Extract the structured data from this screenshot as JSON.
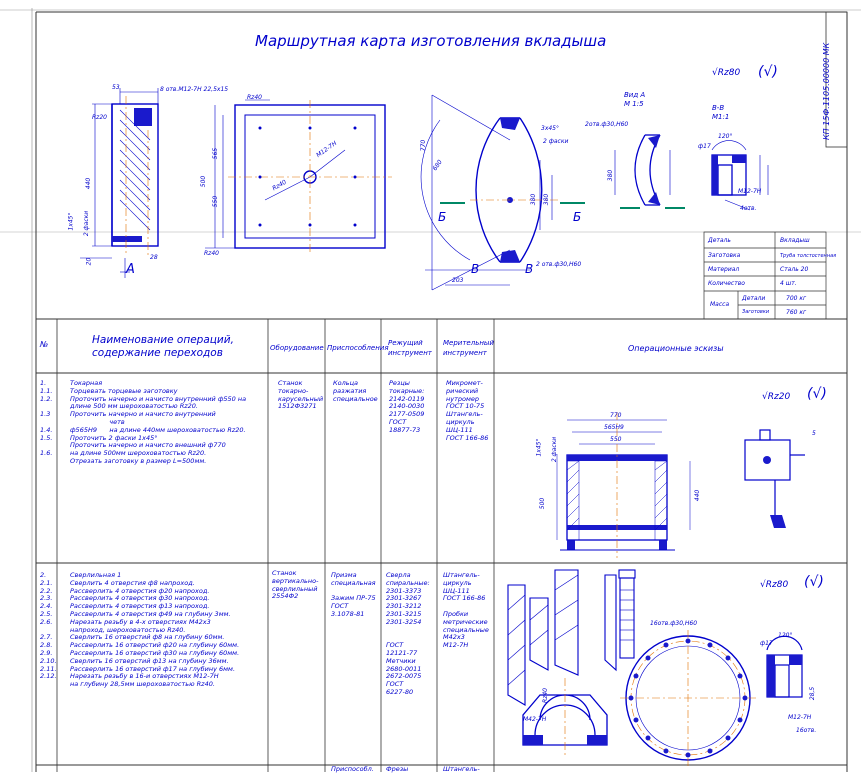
{
  "title": "Маршрутная карта изготовления вкладыша",
  "stamp": "КП 15Ф.1105.00000 МК",
  "roughness_top": "√Rz80",
  "check_symbol": "(√)",
  "views": {
    "section_a": "А",
    "section_b_left": "Б",
    "section_b_right": "Б",
    "section_v_left": "В",
    "section_v_right": "В",
    "view_v_a": "Вид А",
    "view_v_a_scale": "М 1:5",
    "view_vv": "В-В",
    "view_vv_scale": "М1:1"
  },
  "dims": {
    "d53": "53",
    "d8otv": "8 отв.М12-7Н 22,5х15",
    "rz40_a": "Rz40",
    "rz20": "Rz20",
    "d440": "440",
    "d1x45": "1х45°",
    "dfaska": "2 фаски",
    "d20": "20",
    "d28": "28",
    "d500": "500",
    "d565": "565",
    "d550": "550",
    "rz40_b": "Rz40",
    "m12": "М12-7Н",
    "rz40_c": "Rz40",
    "d770": "770",
    "d680": "680",
    "d3x45": "3х45°",
    "d2faski": "2 фаски",
    "d2otv30": "2отв.ф30,Н60",
    "d2otv30b": "2 отв.ф30,Н60",
    "d203": "203",
    "d380a": "380",
    "d380b": "380",
    "d380c": "380",
    "d120": "120°",
    "d17": "ф17",
    "m127h": "М12-7Н",
    "d4otv": "4отв."
  },
  "info_table": [
    {
      "label": "Деталь",
      "value": "Вкладыш"
    },
    {
      "label": "Заготовка",
      "value": "Труба толстостенная"
    },
    {
      "label": "Материал",
      "value": "Сталь 20"
    },
    {
      "label": "Количество",
      "value": "4 шт."
    },
    {
      "label": "Масса",
      "sub": "Детали",
      "value": "700 кг"
    },
    {
      "label": "",
      "sub": "Заготовки",
      "value": "760 кг"
    }
  ],
  "columns": {
    "num": "№",
    "name": "Наименование операций, содержание переходов",
    "equipment": "Оборудование",
    "fixture": "Приспособления",
    "cutting": "Режущий инструмент",
    "measuring": "Мерительный инструмент",
    "sketches": "Операционные эскизы"
  },
  "op1": {
    "nums": "1.\n1.1.\n1.2.\n\n1.3\n\n1.4.\n1.5.\n\n1.6.",
    "text": "Токарная\nТорцевать торцевые заготовку\nПроточить начерно и начисто внутренний ф550 на\nдлине 500 мм шероховатостью Rz20.\nПроточить начерно и начисто внутренний\n                   четв\nф565Н9      на длине 440мм шероховатостью Rz20.\nПроточить 2 фаски 1х45°\nПроточить начерно и начисто внешний ф770\nна длине 500мм шероховатостью Rz20.\nОтрезать заготовку в размер L=500мм.",
    "equipment": "Станок\nтокарно-\nкарусельный\n1512Ф3271",
    "fixture": "Кольца\nразжатия\nспециальное",
    "cutting": "Резцы\nтокарные:\n2142-0119\n2140-0030\n2177-0509\nГОСТ\n18877-73",
    "measuring": "Микромет-\nрический\nнутромер\nГОСТ 10-75\nШтангель-\nциркуль\nШЦ-111\nГОСТ 166-86",
    "roughness": "√Rz20",
    "dim770": "770",
    "dim565": "565Н9",
    "dim550": "550",
    "dim1x45": "1х45°",
    "dim2f": "2 фаски",
    "dim500": "500",
    "dim440": "440",
    "dim5": "5"
  },
  "op2": {
    "nums": "2.\n2.1.\n2.2.\n2.3.\n2.4.\n2.5.\n2.6.\n\n2.7.\n2.8.\n2.9.\n2.10.\n2.11.\n2.12.",
    "text": "Сверлильная 1\nСверлить 4 отверстия ф8 напроход.\nРассверлить 4 отверстия ф20 напроход.\nРассверлить 4 отверстия ф30 напроход.\nРассверлить 4 отверстия ф13 напроход.\nРассверлить 4 отверстия ф49 на глубину 3мм.\nНарезать резьбу в 4-х отверстиях М42х3\nнапроход, шероховатостью Rz40.\nСверлить 16 отверстий ф8 на глубину 60мм.\nРассверлить 16 отверстий ф20 на глубину 60мм.\nРассверлить 16 отверстий ф30 на глубину 60мм.\nСверлить 16 отверстий ф13 на глубину 36мм.\nРассверлить 16 отверстий ф17 на глубину 6мм.\nНарезать резьбу в 16-и отверстиях М12-7Н\nна глубину 28,5мм шероховатостью Rz40.",
    "equipment": "Станок\nвертикально-\nсверлильный\n2554Ф2",
    "fixture": "Призма\nспециальная\n\nЗажим ПР-75\nГОСТ\n3.1078-81",
    "cutting": "Сверла\nспиральные:\n2301-3373\n2301-3267\n2301-3212\n2301-3215\n2301-3254\n\n\nГОСТ\n12121-77\nМетчики\n2680-0011\n2672-0075\nГОСТ\n6227-80",
    "measuring": "Штангель-\nциркуль\nШЦ-111\nГОСТ 166-86\n\nПробки\nметрические\nспециальные\nМ42х3\nМ12-7Н",
    "roughness": "√Rz80",
    "dim16": "16отв.ф30,Н60",
    "dim120": "120°",
    "dim17": "ф17",
    "dim285": "28,5",
    "m12": "М12-7Н",
    "otv16": "16отв.",
    "m42": "М42-7Н",
    "rz40": "Rz40"
  },
  "bottom_row": {
    "fixture": "Приспособл.",
    "cutting": "Фрезы",
    "measuring": "Штангель-"
  }
}
